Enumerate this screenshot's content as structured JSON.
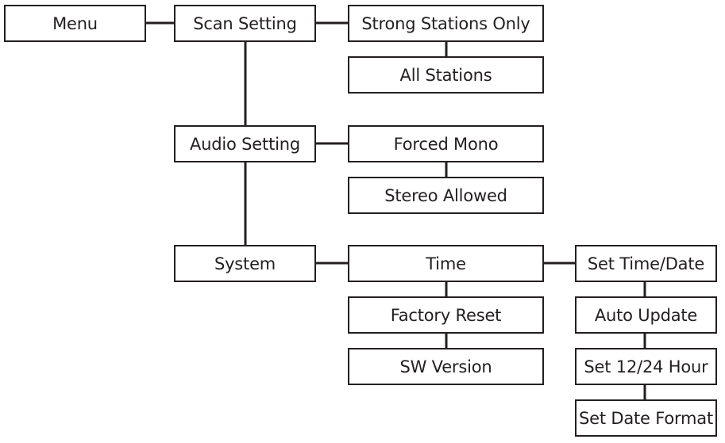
{
  "diagram": {
    "root": {
      "label": "Menu"
    },
    "scan": {
      "label": "Scan Setting",
      "options": [
        "Strong Stations Only",
        "All Stations"
      ]
    },
    "audio": {
      "label": "Audio Setting",
      "options": [
        "Forced Mono",
        "Stereo Allowed"
      ]
    },
    "system": {
      "label": "System",
      "items": [
        "Time",
        "Factory Reset",
        "SW Version"
      ],
      "time_items": [
        "Set Time/Date",
        "Auto Update",
        "Set 12/24 Hour",
        "Set Date Format"
      ]
    },
    "colors": {
      "stroke": "#231f20",
      "fill": "#ffffff",
      "text": "#231f20"
    }
  }
}
